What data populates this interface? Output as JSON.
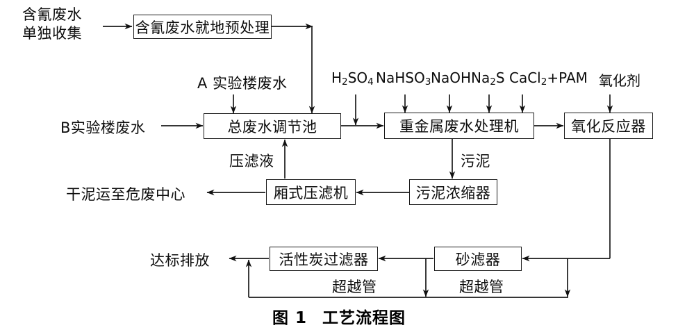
{
  "figure": {
    "caption_number": "图 1",
    "caption_title": "工艺流程图",
    "type": "process-flow-diagram",
    "line_color": "#1a1a1a",
    "background_color": "#ffffff"
  },
  "nodes": [
    {
      "id": "cyanide-pretreat",
      "label": "含氰废水就地预处理"
    },
    {
      "id": "equalization-tank",
      "label": "总废水调节池"
    },
    {
      "id": "heavy-metal-unit",
      "label": "重金属废水处理机"
    },
    {
      "id": "oxidation-reactor",
      "label": "氧化反应器"
    },
    {
      "id": "filter-press",
      "label": "厢式压滤机"
    },
    {
      "id": "sludge-thickener",
      "label": "污泥浓缩器"
    },
    {
      "id": "activated-carbon-filter",
      "label": "活性炭过滤器"
    },
    {
      "id": "sand-filter",
      "label": "砂滤器"
    }
  ],
  "terminals": [
    {
      "id": "cyanide-source",
      "line1": "含氰废水",
      "line2": "单独收集"
    },
    {
      "id": "lab-a-wastewater",
      "label": "A 实验楼废水"
    },
    {
      "id": "lab-b-wastewater",
      "label": "B实验楼废水"
    },
    {
      "id": "dry-sludge-output",
      "label": "干泥运至危废中心"
    },
    {
      "id": "compliant-discharge",
      "label": "达标排放"
    }
  ],
  "reagents": [
    {
      "id": "sulfuric-acid",
      "formula_html": "H<sub>2</sub>SO<sub>4</sub>"
    },
    {
      "id": "sodium-bisulfite",
      "formula_html": "NaHSO<sub>3</sub>"
    },
    {
      "id": "sodium-hydroxide",
      "formula_html": "NaOH"
    },
    {
      "id": "sodium-sulfide",
      "formula_html": "Na<sub>2</sub>S"
    },
    {
      "id": "calcium-chloride-pam",
      "formula_html": "CaCl<sub>2</sub>+PAM"
    },
    {
      "id": "oxidant",
      "formula_html": "氧化剂"
    }
  ],
  "flow_labels": [
    {
      "id": "filtrate-return",
      "label": "压滤液"
    },
    {
      "id": "sludge-stream",
      "label": "污泥"
    },
    {
      "id": "bypass-pipe-left",
      "label": "超越管"
    },
    {
      "id": "bypass-pipe-right",
      "label": "超越管"
    }
  ]
}
